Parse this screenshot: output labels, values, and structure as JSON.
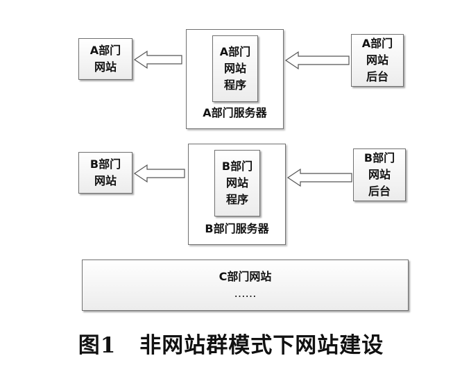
{
  "row_a": {
    "website": [
      "A部门",
      "网站"
    ],
    "program": [
      "A部门",
      "网站",
      "程序"
    ],
    "server_label": "A部门服务器",
    "backend": [
      "A部门",
      "网站",
      "后台"
    ]
  },
  "row_b": {
    "website": [
      "B部门",
      "网站"
    ],
    "program": [
      "B部门",
      "网站",
      "程序"
    ],
    "server_label": "B部门服务器",
    "backend": [
      "B部门",
      "网站",
      "后台"
    ]
  },
  "row_c": {
    "title": "C部门网站",
    "ellipsis": "……"
  },
  "caption": {
    "number": "图1",
    "text": "非网站群模式下网站建设"
  }
}
